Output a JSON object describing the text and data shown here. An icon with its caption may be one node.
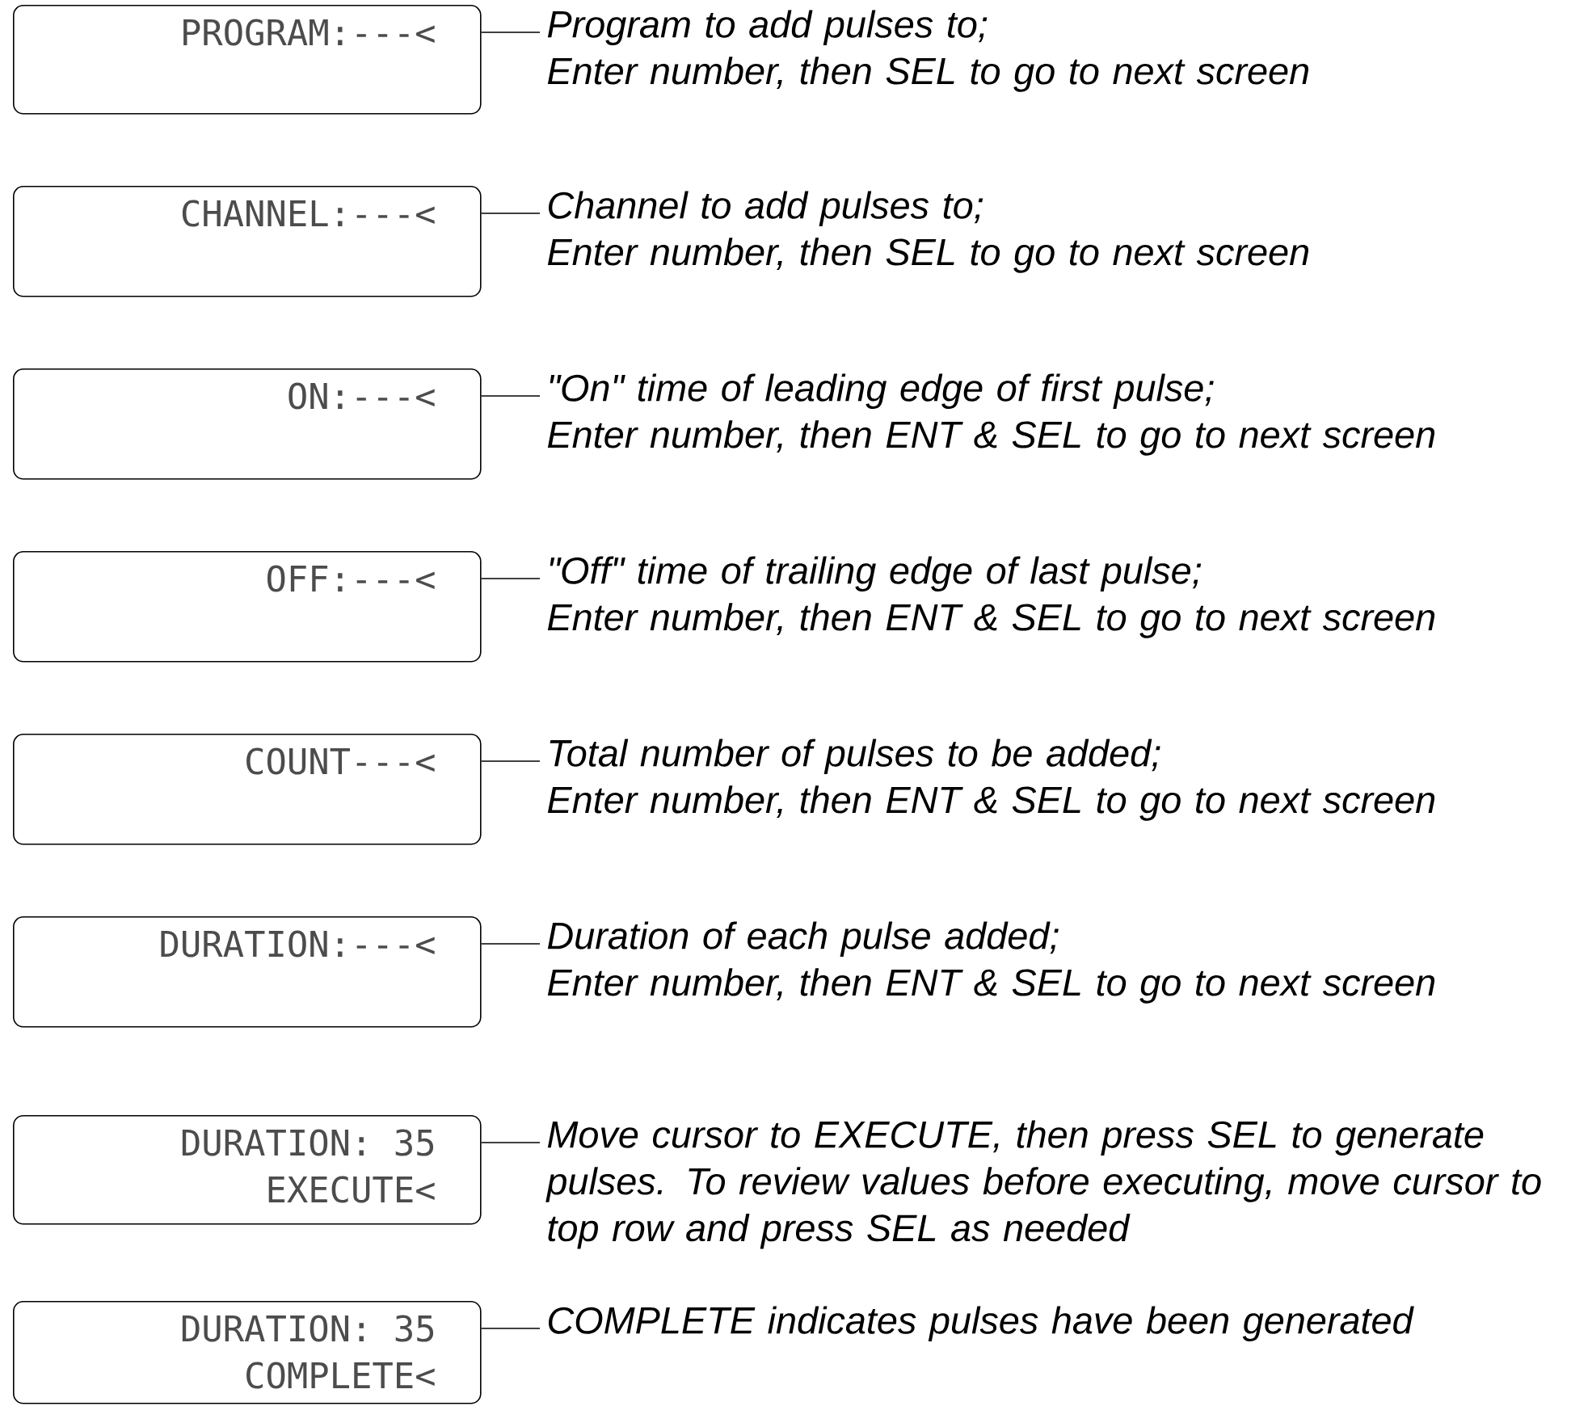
{
  "diagram": {
    "nodes": [
      {
        "text": [
          "PROGRAM:---<"
        ]
      },
      {
        "text": [
          "Program to add pulses to;",
          "Enter number, then SEL to go to next screen"
        ]
      },
      {
        "text": [
          "CHANNEL:---<"
        ]
      },
      {
        "text": [
          "Channel to add pulses to;",
          "Enter number, then SEL to go to next screen"
        ]
      },
      {
        "text": [
          "ON:---<"
        ]
      },
      {
        "text": [
          "\"On\" time of leading edge of first pulse;",
          "Enter number, then ENT & SEL to go to next screen"
        ]
      },
      {
        "text": [
          "OFF:---<"
        ]
      },
      {
        "text": [
          "\"Off\" time of trailing edge of last pulse;",
          "Enter number, then ENT & SEL to go to next screen"
        ]
      },
      {
        "text": [
          "COUNT---<"
        ]
      },
      {
        "text": [
          "Total number of pulses to be added;",
          "Enter number, then ENT & SEL to go to next screen"
        ]
      },
      {
        "text": [
          "DURATION:---<"
        ]
      },
      {
        "text": [
          "Duration of each pulse added;",
          "Enter number, then ENT & SEL to go to next screen"
        ]
      },
      {
        "text": [
          "DURATION: 35",
          "EXECUTE<"
        ]
      },
      {
        "text": [
          "Move cursor to EXECUTE, then press SEL to generate pulses.  To review values before executing, move cursor to top row and press SEL as needed"
        ]
      },
      {
        "text": [
          "DURATION: 35",
          "COMPLETE<"
        ]
      },
      {
        "text": [
          "COMPLETE indicates pulses have been generated"
        ]
      }
    ],
    "edges": [
      {
        "from": 0,
        "to": 1,
        "arrow": "none"
      },
      {
        "from": 2,
        "to": 3,
        "arrow": "none"
      },
      {
        "from": 4,
        "to": 5,
        "arrow": "none"
      },
      {
        "from": 6,
        "to": 7,
        "arrow": "none"
      },
      {
        "from": 8,
        "to": 9,
        "arrow": "none"
      },
      {
        "from": 10,
        "to": 11,
        "arrow": "none"
      },
      {
        "from": 12,
        "to": 13,
        "arrow": "none"
      },
      {
        "from": 14,
        "to": 15,
        "arrow": "none"
      }
    ]
  }
}
